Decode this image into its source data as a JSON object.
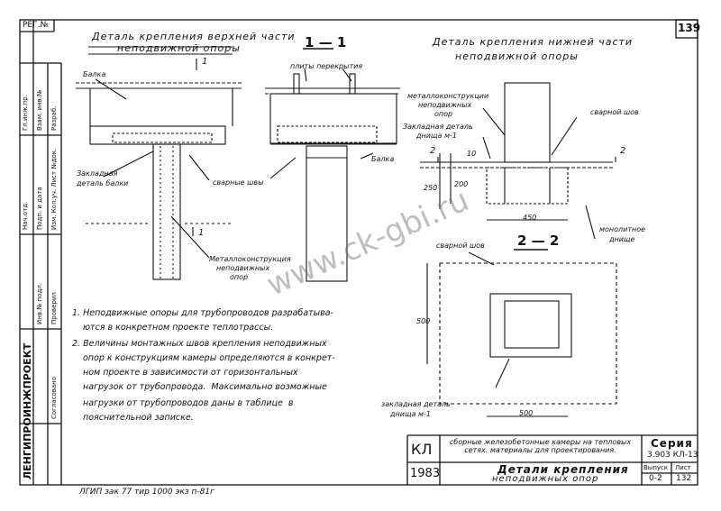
{
  "sheet_page_number": "139",
  "reg_label": "РЕГ.№",
  "detail_top": {
    "line1": "Деталь крепления верхней части",
    "line2": "неподвижной опоры"
  },
  "section_1_1": {
    "title": "1 — 1",
    "marker": "1"
  },
  "detail_bottom": {
    "line1": "Деталь крепления нижней части",
    "line2": "неподвижной опоры"
  },
  "section_2_2": {
    "title": "2 — 2",
    "marker": "2"
  },
  "labels": {
    "balka_left": "Балка",
    "plity_perekrytiya": "плиты перекрытия",
    "balka_right": "Балка",
    "zakladnaya_detal_balki_1": "Закладная",
    "zakladnaya_detal_balki_2": "деталь балки",
    "svarnye_shvy": "сварные швы",
    "metallokonstr_1": "Металлоконструкция",
    "metallokonstr_2": "неподвижных",
    "metallokonstr_3": "опор",
    "metallokonstr_r1": "металлоконструкции",
    "metallokonstr_r2": "неподвижных",
    "metallokonstr_r3": "опор",
    "svarnoy_shov": "сварной шов",
    "zakl_detal_dnischa_1": "Закладная деталь",
    "zakl_detal_dnischa_2": "днища м-1",
    "monolitnoe_1": "монолитное",
    "monolitnoe_2": "днище",
    "svarnoy_shov_2": "сварной шов",
    "zakl_detal_bottom_1": "закладная деталь",
    "zakl_detal_bottom_2": "днища м-1"
  },
  "dims": {
    "d10": "10",
    "d200": "200",
    "d250": "250",
    "d450": "450",
    "d500_v": "500",
    "d500_h": "500"
  },
  "notes": [
    "1. Неподвижные опоры для трубопроводов разрабатыва-",
    "ются в конкретном проекте теплотрассы.",
    "2. Величины монтажных швов крепления неподвижных",
    "опор к конструкциям камеры определяются в конкрет-",
    "ном проекте в зависимости от горизонтальных",
    "нагрузок от трубопровода.  Максимально возможные",
    "нагрузки от трубопроводов даны в таблице  в",
    "пояснительной записке."
  ],
  "watermark": "www.ck-gbi.ru",
  "side_stamp": {
    "org": "ЛЕНГИПРОИНЖПРОЕКТ",
    "rows": [
      "Инв.№ подл.",
      "Подп. и дата",
      "Взам. инв.№",
      "Согласовано",
      "Изм. Кол.уч. Лист №док.",
      "Разраб.",
      "Проверил",
      "Нач.отд.",
      "Гл.инж.пр."
    ]
  },
  "title_block": {
    "kl": "КЛ",
    "year": "1983",
    "series_caption": "сборные железобетонные камеры на тепловых сетях. материалы для проектирования.",
    "series_label": "Серия",
    "series_value": "3.903 КЛ-13",
    "drawing_title_1": "Детали крепления",
    "drawing_title_2": "неподвижных опор",
    "vypusk_label": "Выпуск",
    "vypusk_value": "0-2",
    "list_label": "Лист",
    "list_value": "132"
  },
  "print_note": "ЛГИП  зак 77  тир 1000 экз  п-81г"
}
